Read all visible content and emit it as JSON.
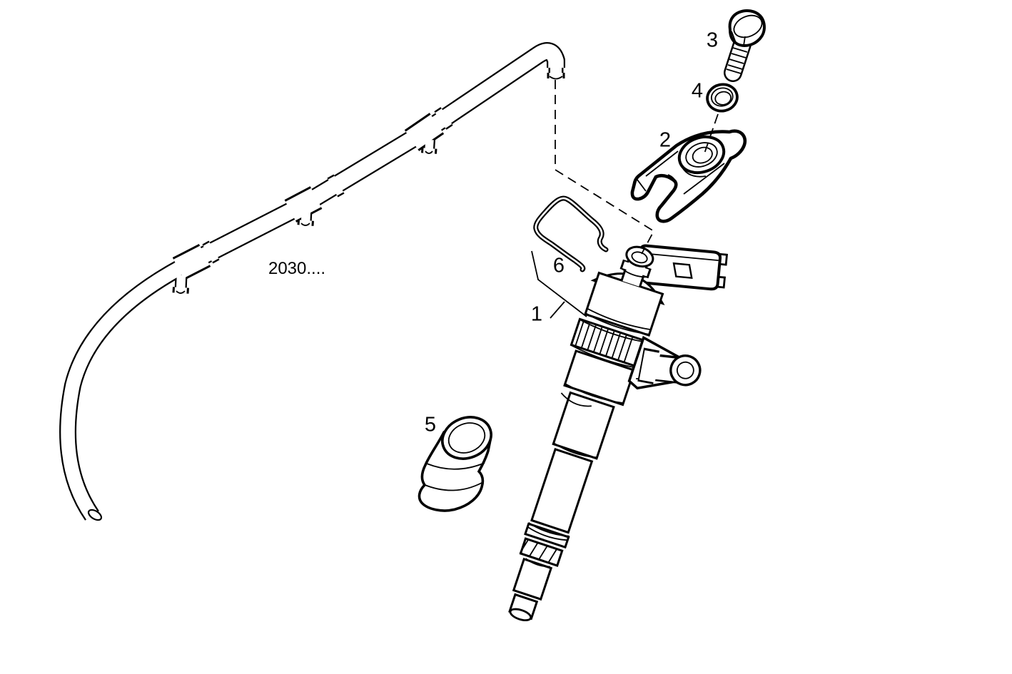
{
  "diagram": {
    "background_color": "#ffffff",
    "line_color": "#000000",
    "callouts": [
      {
        "id": "1",
        "label": "1"
      },
      {
        "id": "2",
        "label": "2"
      },
      {
        "id": "3",
        "label": "3"
      },
      {
        "id": "4",
        "label": "4"
      },
      {
        "id": "5",
        "label": "5"
      },
      {
        "id": "6",
        "label": "6"
      }
    ],
    "rail_reference_label": "2030...."
  }
}
